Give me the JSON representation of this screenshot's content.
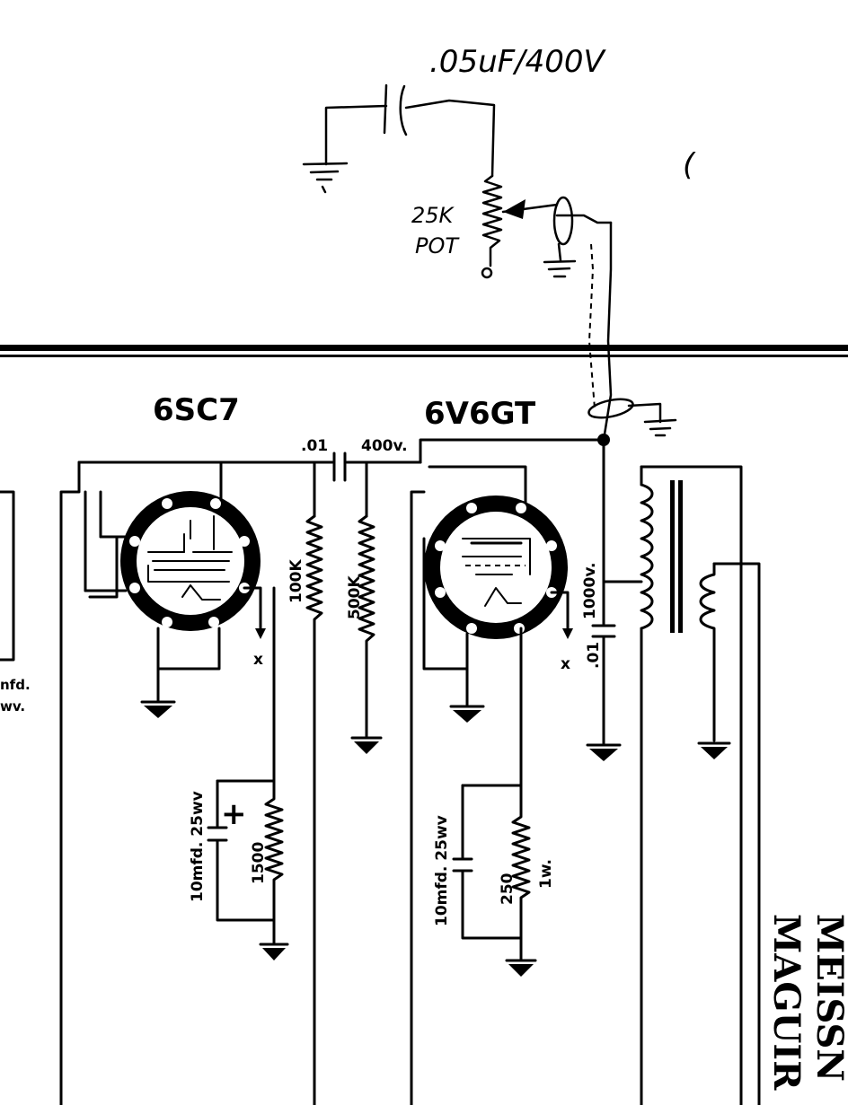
{
  "added_circuit": {
    "cap_label": ".05uF/400V",
    "pot_label_1": "25K",
    "pot_label_2": "POT",
    "paren": "("
  },
  "tubes": {
    "preamp": "6SC7",
    "output": "6V6GT"
  },
  "coupling": {
    "cap_value": ".01",
    "cap_voltage": "400v."
  },
  "resistors": {
    "grid_leak_1": "100K",
    "grid_leak_2": "500K",
    "cathode_1": "1500",
    "cathode_2": "250",
    "cathode_2b": "1w."
  },
  "bypass": {
    "cap_1": "10mfd. 25wv",
    "cap_2": "10mfd. 25wv",
    "plus": "+"
  },
  "plate_cap": {
    "value": ".01",
    "voltage": "1000v."
  },
  "markers": {
    "x1": "x",
    "x2": "x"
  },
  "left_edge": {
    "line1": "nfd.",
    "line2": "wv."
  },
  "right_edge": {
    "line1": "MEISSN",
    "line2": "MAGUIR"
  }
}
